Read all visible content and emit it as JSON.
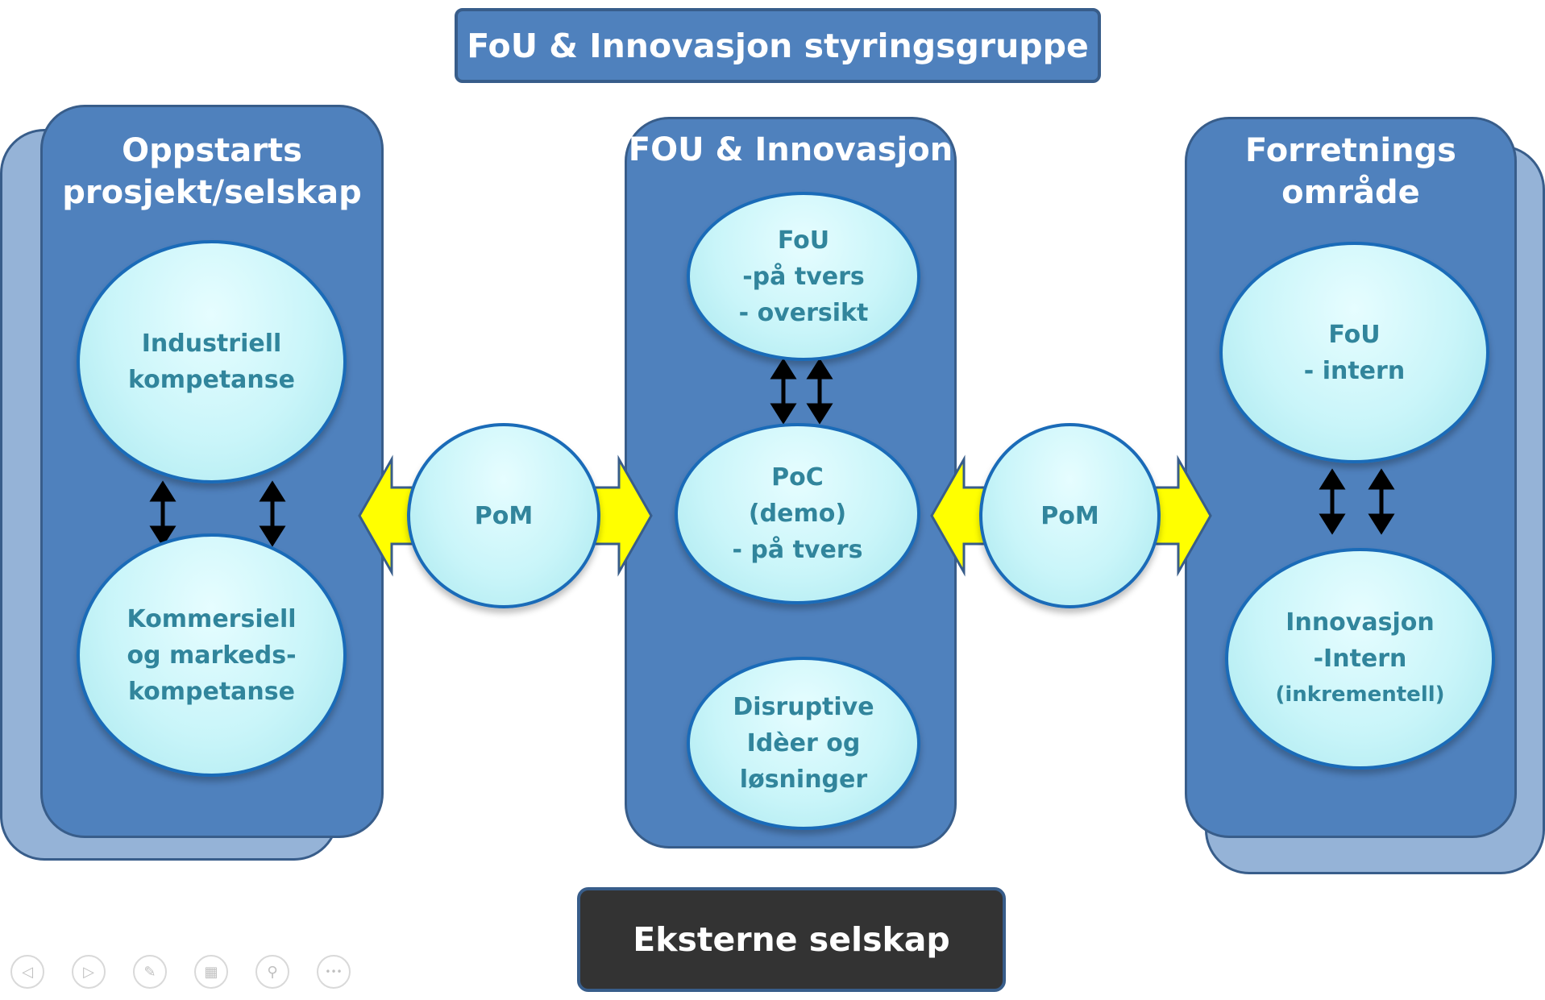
{
  "header": {
    "title": "FoU & Innovasjon styringsgruppe"
  },
  "left_panel": {
    "title": "Oppstarts\nprosjekt/selskap",
    "top_bubble": "Industriell\nkompetanse",
    "bottom_bubble": "Kommersiell\nog markeds-\nkompetanse"
  },
  "center_panel": {
    "title": "FOU & Innovasjon",
    "top_bubble": "FoU\n-på tvers\n- oversikt",
    "middle_bubble": "PoC\n(demo)\n- på tvers",
    "bottom_bubble": "Disruptive\nIdèer og\nløsninger"
  },
  "right_panel": {
    "title": "Forretnings\nområde",
    "top_bubble": "FoU\n- intern",
    "bottom_bubble_main": "Innovasjon\n-Intern",
    "bottom_bubble_sub": "(inkrementell)"
  },
  "connectors": {
    "left_pom": "PoM",
    "right_pom": "PoM"
  },
  "footer": {
    "title": "Eksterne selskap"
  },
  "nav_toolbar": {
    "buttons": [
      "prev-icon",
      "next-icon",
      "pen-icon",
      "slides-icon",
      "zoom-icon",
      "more-icon"
    ]
  },
  "colors": {
    "panel": "#4f81bd",
    "panel_border": "#385d8a",
    "stack_back": "#95b3d7",
    "bubble_text": "#31859c",
    "arrow_fill": "#ffff00",
    "footer_bg": "#333333"
  }
}
